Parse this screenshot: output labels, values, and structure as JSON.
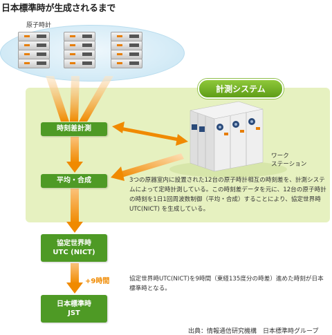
{
  "title": "日本標準時が生成されるまで",
  "atomic_clocks_label": "原子時計",
  "measurement_system_label": "計測システム",
  "workstation_label": "ワーク\nステーション",
  "steps": {
    "time_difference": "時刻差計測",
    "average_synthesis": "平均・合成",
    "utc": "協定世界時\nUTC (NICT)",
    "jst": "日本標準時\nJST"
  },
  "offset_label": "+9時間",
  "description_measurement": "3つの原器室内に設置された12台の原子時計相互の時刻差を、計測システムによって定時計測している。この時刻差データを元に、12台の原子時計の時刻を1日1回周波数制御（平均・合成）することにより、協定世界時UTC(NICT) を生成している。",
  "description_jst": "協定世界時UTC(NICT)を9時間（東経135度分の時差）進めた時刻が日本標準時となる。",
  "source": "出典：情報通信研究機構　日本標準時グループ",
  "colors": {
    "green_box": "#4e9a25",
    "panel": "#e6f1c0",
    "arrow_orange": "#f08a00",
    "cloud": "#d6ecf7"
  }
}
